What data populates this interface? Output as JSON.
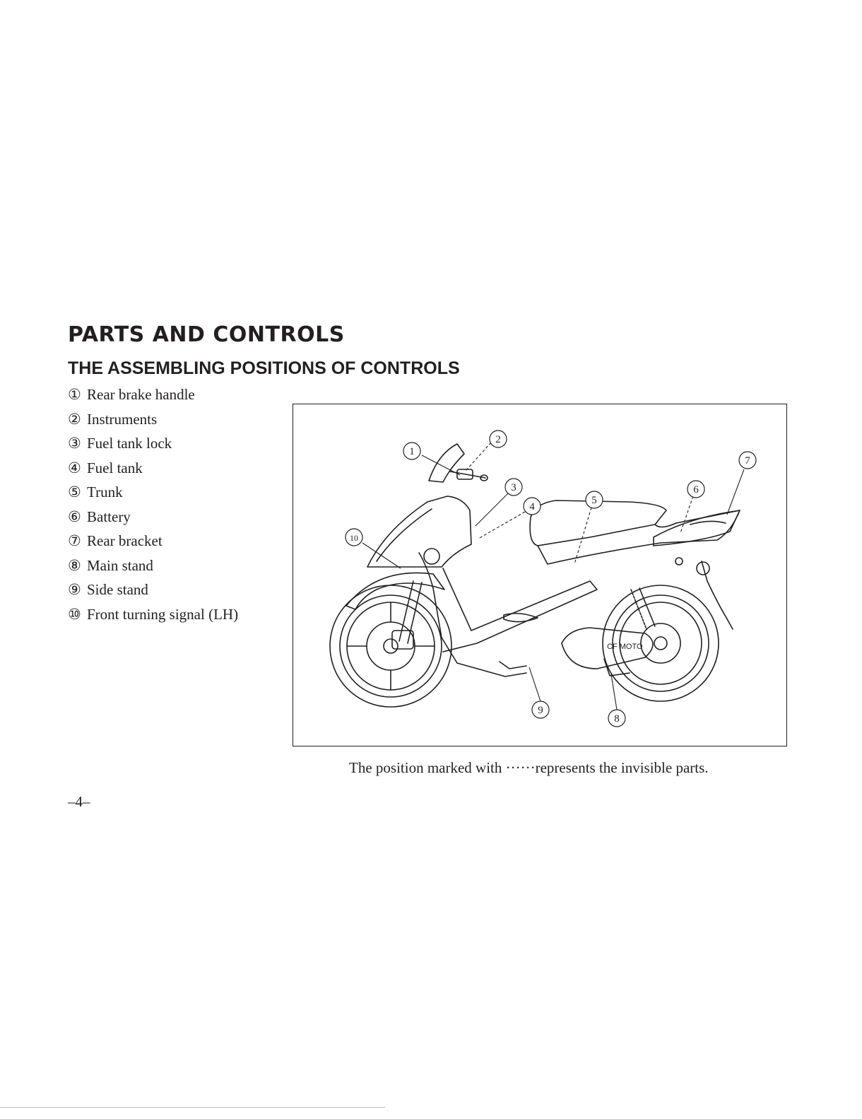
{
  "header": {
    "title": "PARTS AND CONTROLS",
    "subtitle": "THE ASSEMBLING POSITIONS OF CONTROLS"
  },
  "parts": [
    {
      "num": "①",
      "label": "Rear brake handle"
    },
    {
      "num": "②",
      "label": "Instruments"
    },
    {
      "num": "③",
      "label": "Fuel tank lock"
    },
    {
      "num": "④",
      "label": "Fuel tank"
    },
    {
      "num": "⑤",
      "label": "Trunk"
    },
    {
      "num": "⑥",
      "label": "Battery"
    },
    {
      "num": "⑦",
      "label": "Rear bracket"
    },
    {
      "num": "⑧",
      "label": "Main stand"
    },
    {
      "num": "⑨",
      "label": "Side stand"
    },
    {
      "num": "⑩",
      "label": "Front turning signal (LH)"
    }
  ],
  "figure": {
    "callouts": [
      "1",
      "2",
      "3",
      "4",
      "5",
      "6",
      "7",
      "8",
      "9",
      "10"
    ],
    "brand_mark": "CF MOTO"
  },
  "caption": "The position marked with ······represents the invisible parts.",
  "page_number": "–4–"
}
